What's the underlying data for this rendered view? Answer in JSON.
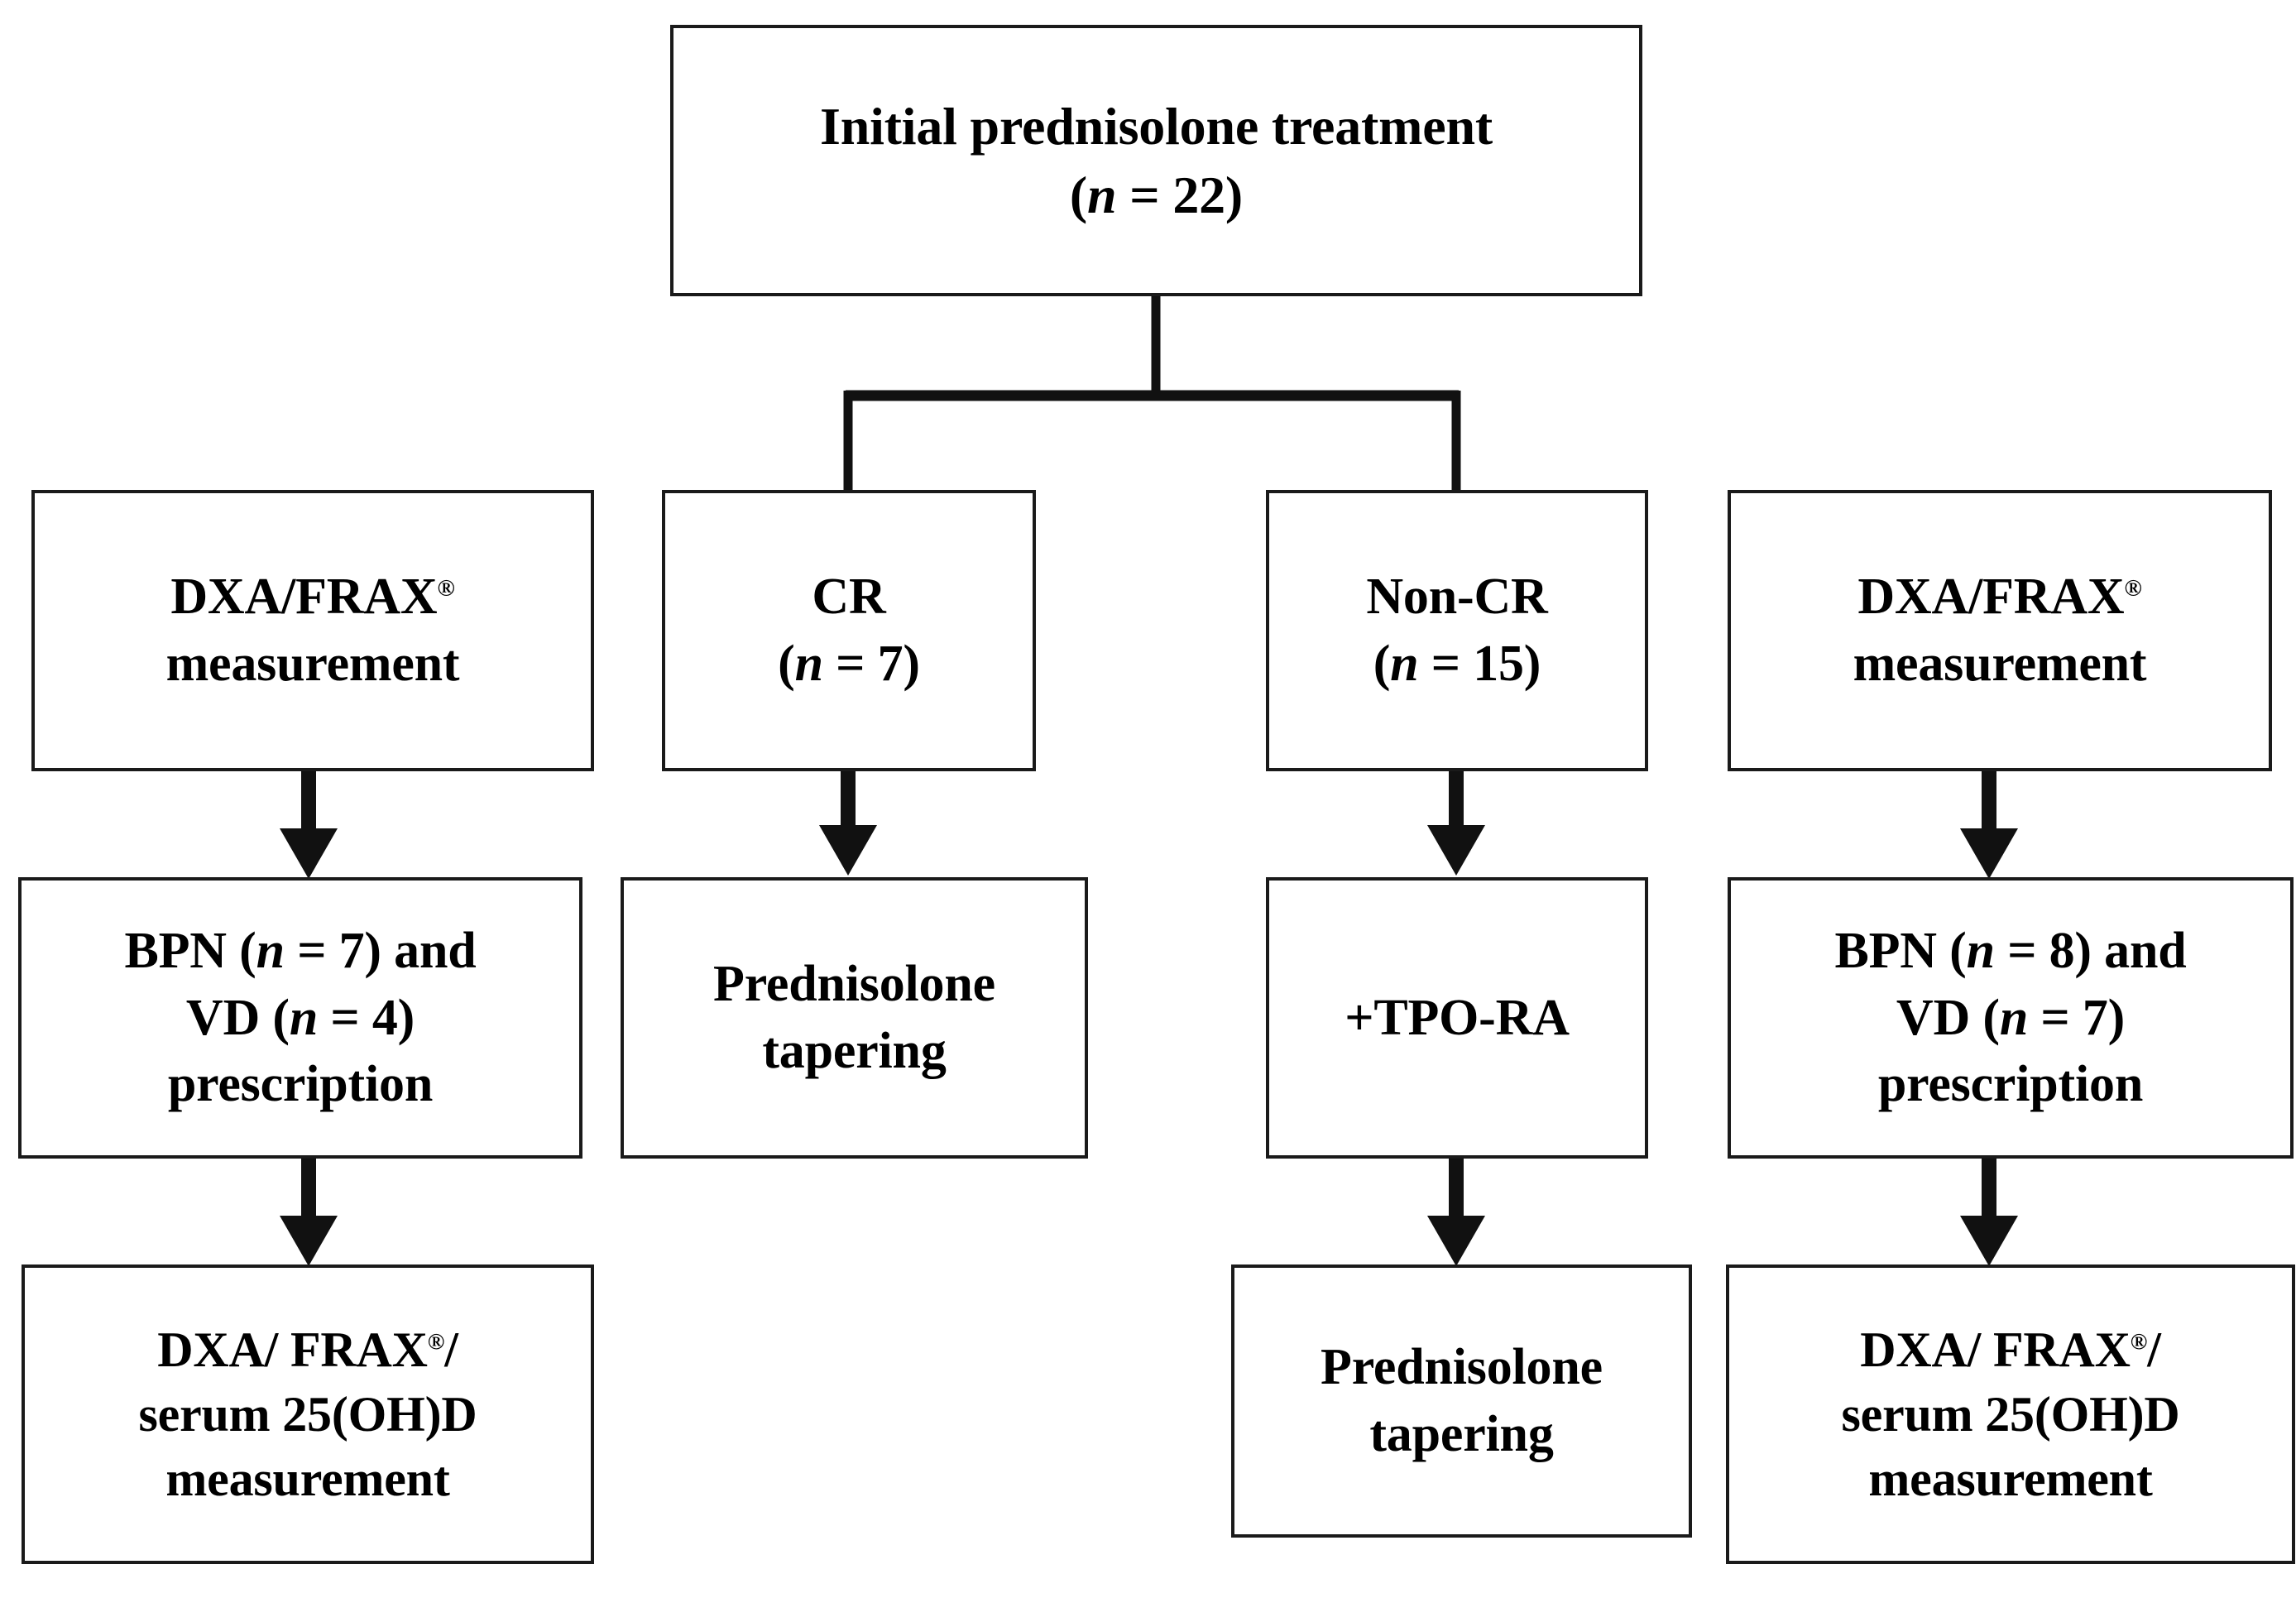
{
  "diagram": {
    "type": "flowchart",
    "title_node": {
      "id": "initial-treatment",
      "line1": "Initial prednisolone treatment",
      "line2_prefix": "(",
      "line2_n": "n",
      "line2_eq": " = 22)"
    },
    "nodes": [
      {
        "id": "dxa-frax-left",
        "label_main": "DXA/FRAX",
        "label_reg": "®",
        "label_rest": "\nmeasurement"
      },
      {
        "id": "cr",
        "label_main": "CR",
        "label_n": "n",
        "label_rest": " = 7)",
        "label_open": "("
      },
      {
        "id": "non-cr",
        "label_main": "Non-CR",
        "label_n": "n",
        "label_rest": " = 15)",
        "label_open": "("
      },
      {
        "id": "dxa-frax-right",
        "label_main": "DXA/FRAX",
        "label_reg": "®",
        "label_rest": "\nmeasurement"
      },
      {
        "id": "bpn-vd-left",
        "seg1": "BPN (",
        "n1": "n",
        "seg2": " = 7) and",
        "seg3": "VD (",
        "n2": "n",
        "seg4": " = 4)",
        "seg5": "prescription"
      },
      {
        "id": "prednisolone-tapering-cr",
        "label": "Prednisolone\ntapering"
      },
      {
        "id": "tpo-ra",
        "label": "+TPO-RA"
      },
      {
        "id": "bpn-vd-right",
        "seg1": "BPN (",
        "n1": "n",
        "seg2": " = 8) and",
        "seg3": "VD (",
        "n2": "n",
        "seg4": " = 7)",
        "seg5": "prescription"
      },
      {
        "id": "dxa-frax-serum-left",
        "seg1": "DXA/ FRAX",
        "reg": "®",
        "seg2": "/",
        "seg3": "serum 25(OH)D",
        "seg4": "measurement"
      },
      {
        "id": "prednisolone-tapering-noncr",
        "label": "Prednisolone\ntapering"
      },
      {
        "id": "dxa-frax-serum-right",
        "seg1": "DXA/ FRAX",
        "reg": "®",
        "seg2": "/",
        "seg3": "serum 25(OH)D",
        "seg4": "measurement"
      }
    ],
    "colors": {
      "stroke": "#111111",
      "box_border": "#1a1a1a",
      "background": "#ffffff",
      "text": "#000000"
    }
  }
}
